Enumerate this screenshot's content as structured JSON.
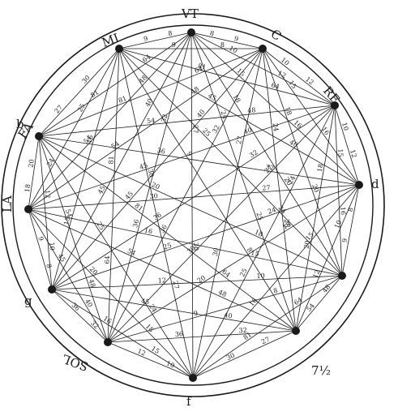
{
  "diagram": {
    "nodes": [
      {
        "id": "ut",
        "label": "VT"
      },
      {
        "id": "c",
        "label": "C"
      },
      {
        "id": "re",
        "label": "RE"
      },
      {
        "id": "d",
        "label": "d"
      },
      {
        "id": "mi",
        "label": "MI"
      },
      {
        "id": "b",
        "label": "b"
      },
      {
        "id": "sol",
        "label": "SOL"
      },
      {
        "id": "f",
        "label": "f"
      },
      {
        "id": "la",
        "label": "LA"
      },
      {
        "id": "fa",
        "label": "FA"
      },
      {
        "id": "g",
        "label": "g"
      },
      {
        "id": "seven-half",
        "label": "7½"
      }
    ],
    "edge_numbers": [
      "8",
      "9",
      "10",
      "12",
      "15",
      "16",
      "18",
      "20",
      "24",
      "25",
      "27",
      "30",
      "32",
      "36",
      "40",
      "45",
      "48",
      "54",
      "64",
      "81"
    ],
    "colors": {
      "ink": "#1a1a1a",
      "paper": "#ffffff"
    }
  }
}
